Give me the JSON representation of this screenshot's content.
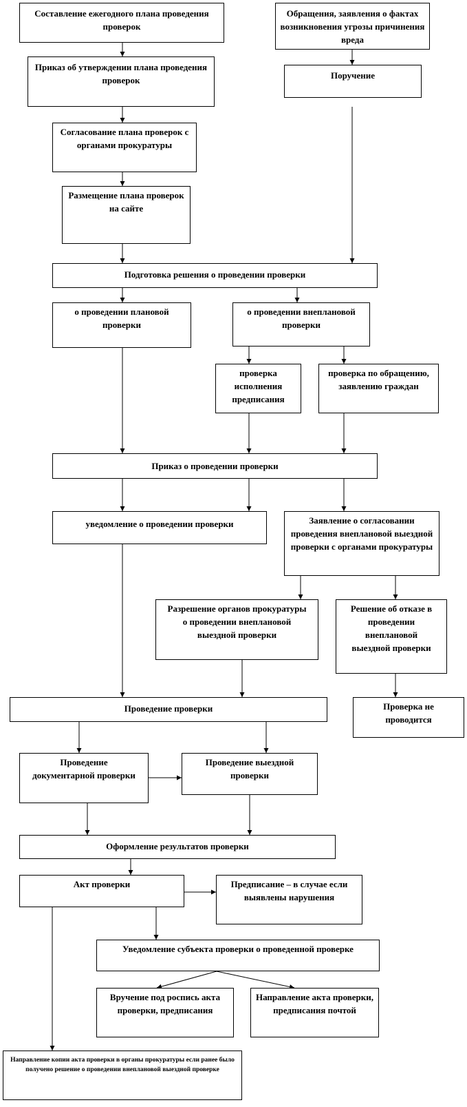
{
  "diagram": {
    "nodes": {
      "plan_annual": "Составление ежегодного плана проведения проверок",
      "appeals": "Обращения, заявления о фактах возникновения угрозы причинения вреда",
      "order_plan": "Приказ об утверждении плана проведения  проверок",
      "instruction": "Поручение",
      "approval_prosecutor": "Согласование плана проверок с органами прокуратуры",
      "plan_site": "Размещение плана проверок на сайте",
      "decision_prep": "Подготовка решения о проведении проверки",
      "planned": "о проведении плановой проверки",
      "unplanned": "о проведении внеплановой проверки",
      "check_prescription": "проверка исполнения предписания",
      "check_appeal": "проверка по обращению, заявлению граждан",
      "order_inspection": "Приказ о проведении проверки",
      "notification": "уведомление о проведении проверки",
      "application_prosecutor": "Заявление о согласовании проведения внеплановой выездной проверки с органами прокуратуры",
      "permission": "Разрешение органов прокуратуры о проведении внеплановой выездной проверки",
      "refusal": "Решение об отказе в проведении внеплановой выездной проверки",
      "conduct": "Проведение проверки",
      "not_conducted": "Проверка не проводится",
      "documentary": "Проведение документарной проверки",
      "field": "Проведение выездной проверки",
      "results": "Оформление результатов проверки",
      "act": "Акт проверки",
      "prescription": "Предписание – в случае если выявлены нарушения",
      "notify_subject": "Уведомление субъекта проверки о проведенной проверке",
      "delivery_signature": "Вручение под роспись акта проверки, предписания",
      "send_post": "Направление акта проверки, предписания почтой",
      "copy_prosecutor": "Направление копии акта проверки в органы прокуратуры  если ранее было получено решение о проведении внеплановой выездной проверке"
    }
  }
}
